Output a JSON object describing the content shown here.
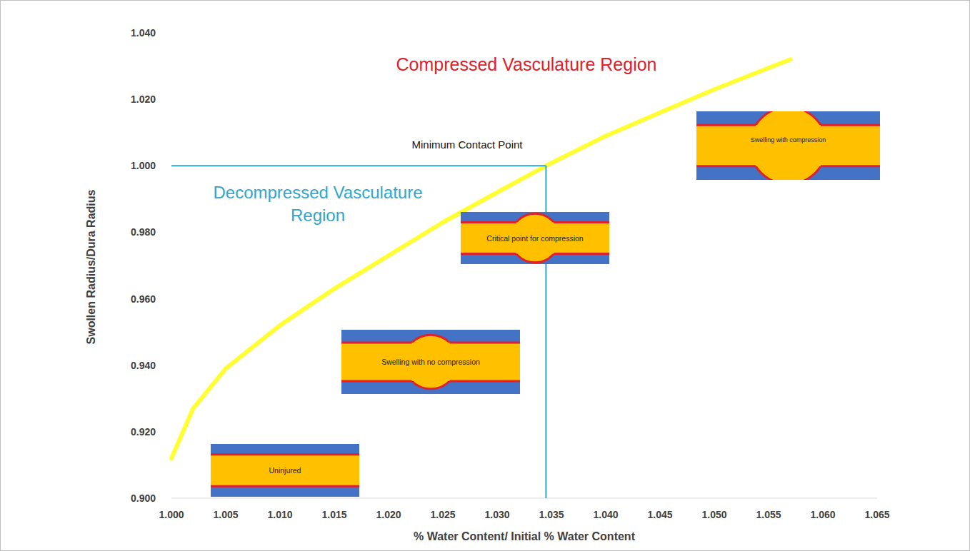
{
  "diagram": {
    "nodes": [
      {
        "text": [
          "Uninjured"
        ]
      },
      {
        "text": [
          "Swelling with no compression"
        ]
      },
      {
        "text": [
          "Critical point for compression"
        ]
      },
      {
        "text": [
          "Swelling with compression"
        ]
      }
    ],
    "labels": [
      "Compressed Vasculature Region",
      "Decompressed Vasculature Region",
      "Minimum Contact Point",
      "1.040",
      "1.020",
      "1.000",
      "0.980",
      "0.960",
      "0.940",
      "0.920",
      "0.900",
      "1.000",
      "1.005",
      "1.010",
      "1.015",
      "1.020",
      "1.025",
      "1.030",
      "1.035",
      "1.040",
      "1.045",
      "1.050",
      "1.055",
      "1.060",
      "1.065",
      "Swollen Radius/Dura Radius",
      "% Water Content/ Initial % Water Content"
    ]
  }
}
